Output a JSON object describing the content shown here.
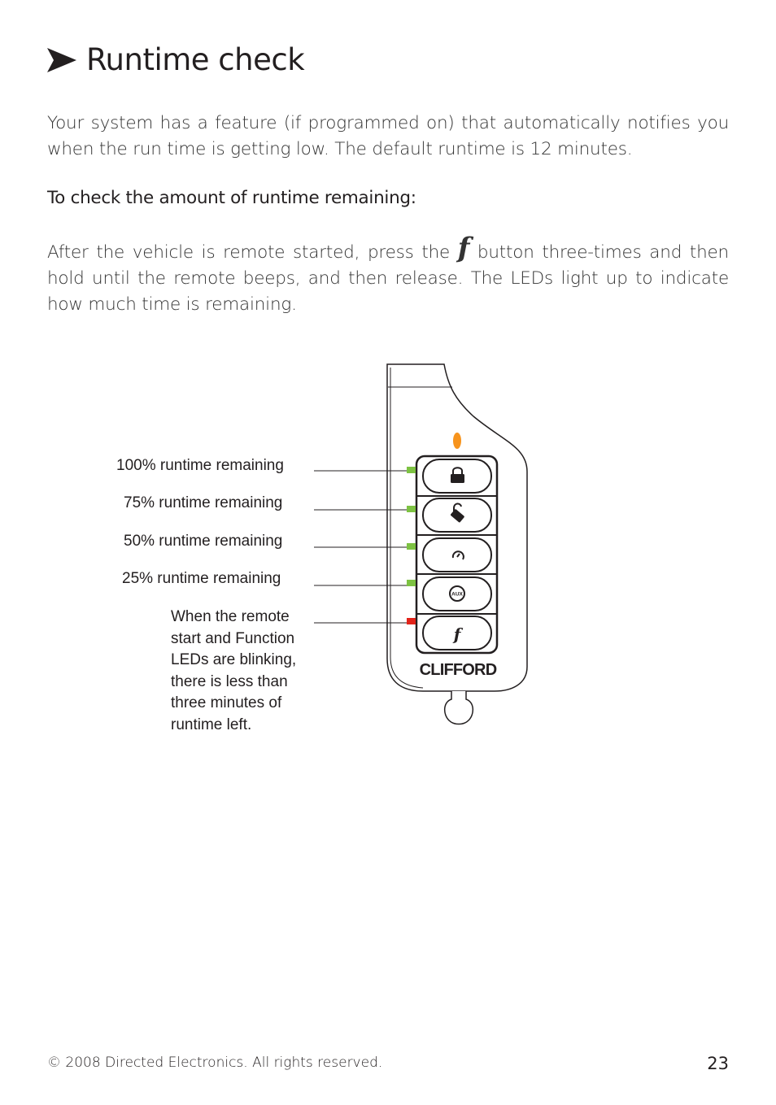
{
  "page": {
    "title": "Runtime check",
    "intro": "Your system has a feature (if programmed on) that automatically notifies you when the run time is getting low. The default runtime is 12 minutes.",
    "subheading": "To check the amount of runtime remaining:",
    "instruction_before": "After the vehicle is remote started, press the ",
    "instruction_glyph": "f",
    "instruction_after": " button three-times and then hold until the remote beeps, and then release. The LEDs light up to indicate how much time is remaining.",
    "footer": "© 2008 Directed Electronics. All rights reserved.",
    "page_number": "23"
  },
  "diagram": {
    "labels": [
      "100% runtime remaining",
      "75% runtime remaining",
      "50% runtime remaining",
      "25% runtime remaining"
    ],
    "note": "When the remote start and Function LEDs are blinking, there is less than three minutes of runtime left.",
    "brand": "CLIFFORD",
    "aux_label": "AUX",
    "function_glyph": "f",
    "colors": {
      "led_green": "#7dc242",
      "led_red": "#e2231a",
      "led_orange": "#f7941d",
      "outline": "#231f20"
    }
  }
}
